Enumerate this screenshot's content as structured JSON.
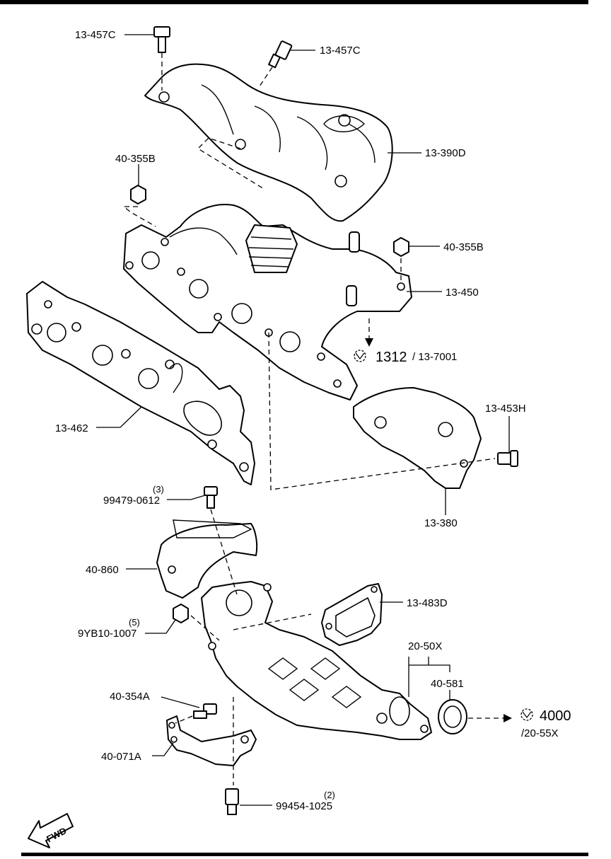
{
  "labels": {
    "bolt_457c_a": "13-457C",
    "bolt_457c_b": "13-457C",
    "insulator_390d": "13-390D",
    "nut_355b_a": "40-355B",
    "nut_355b_b": "40-355B",
    "manifold_450": "13-450",
    "ref_1312": "1312",
    "ref_1312_sub": "/ 13-7001",
    "gasket_462": "13-462",
    "stud_453h": "13-453H",
    "bracket_380": "13-380",
    "bolt_0612_qty": "(3)",
    "bolt_0612": "99479-0612",
    "insulator_860": "40-860",
    "gasket_483d": "13-483D",
    "nut_1007_qty": "(5)",
    "nut_1007": "9YB10-1007",
    "converter_50x": "20-50X",
    "ring_581": "40-581",
    "bolt_354a": "40-354A",
    "ref_4000": "4000",
    "ref_4000_sub": "/20-55X",
    "bracket_071a": "40-071A",
    "bolt_1025_qty": "(2)",
    "bolt_1025": "99454-1025",
    "fwd": "FWD"
  }
}
